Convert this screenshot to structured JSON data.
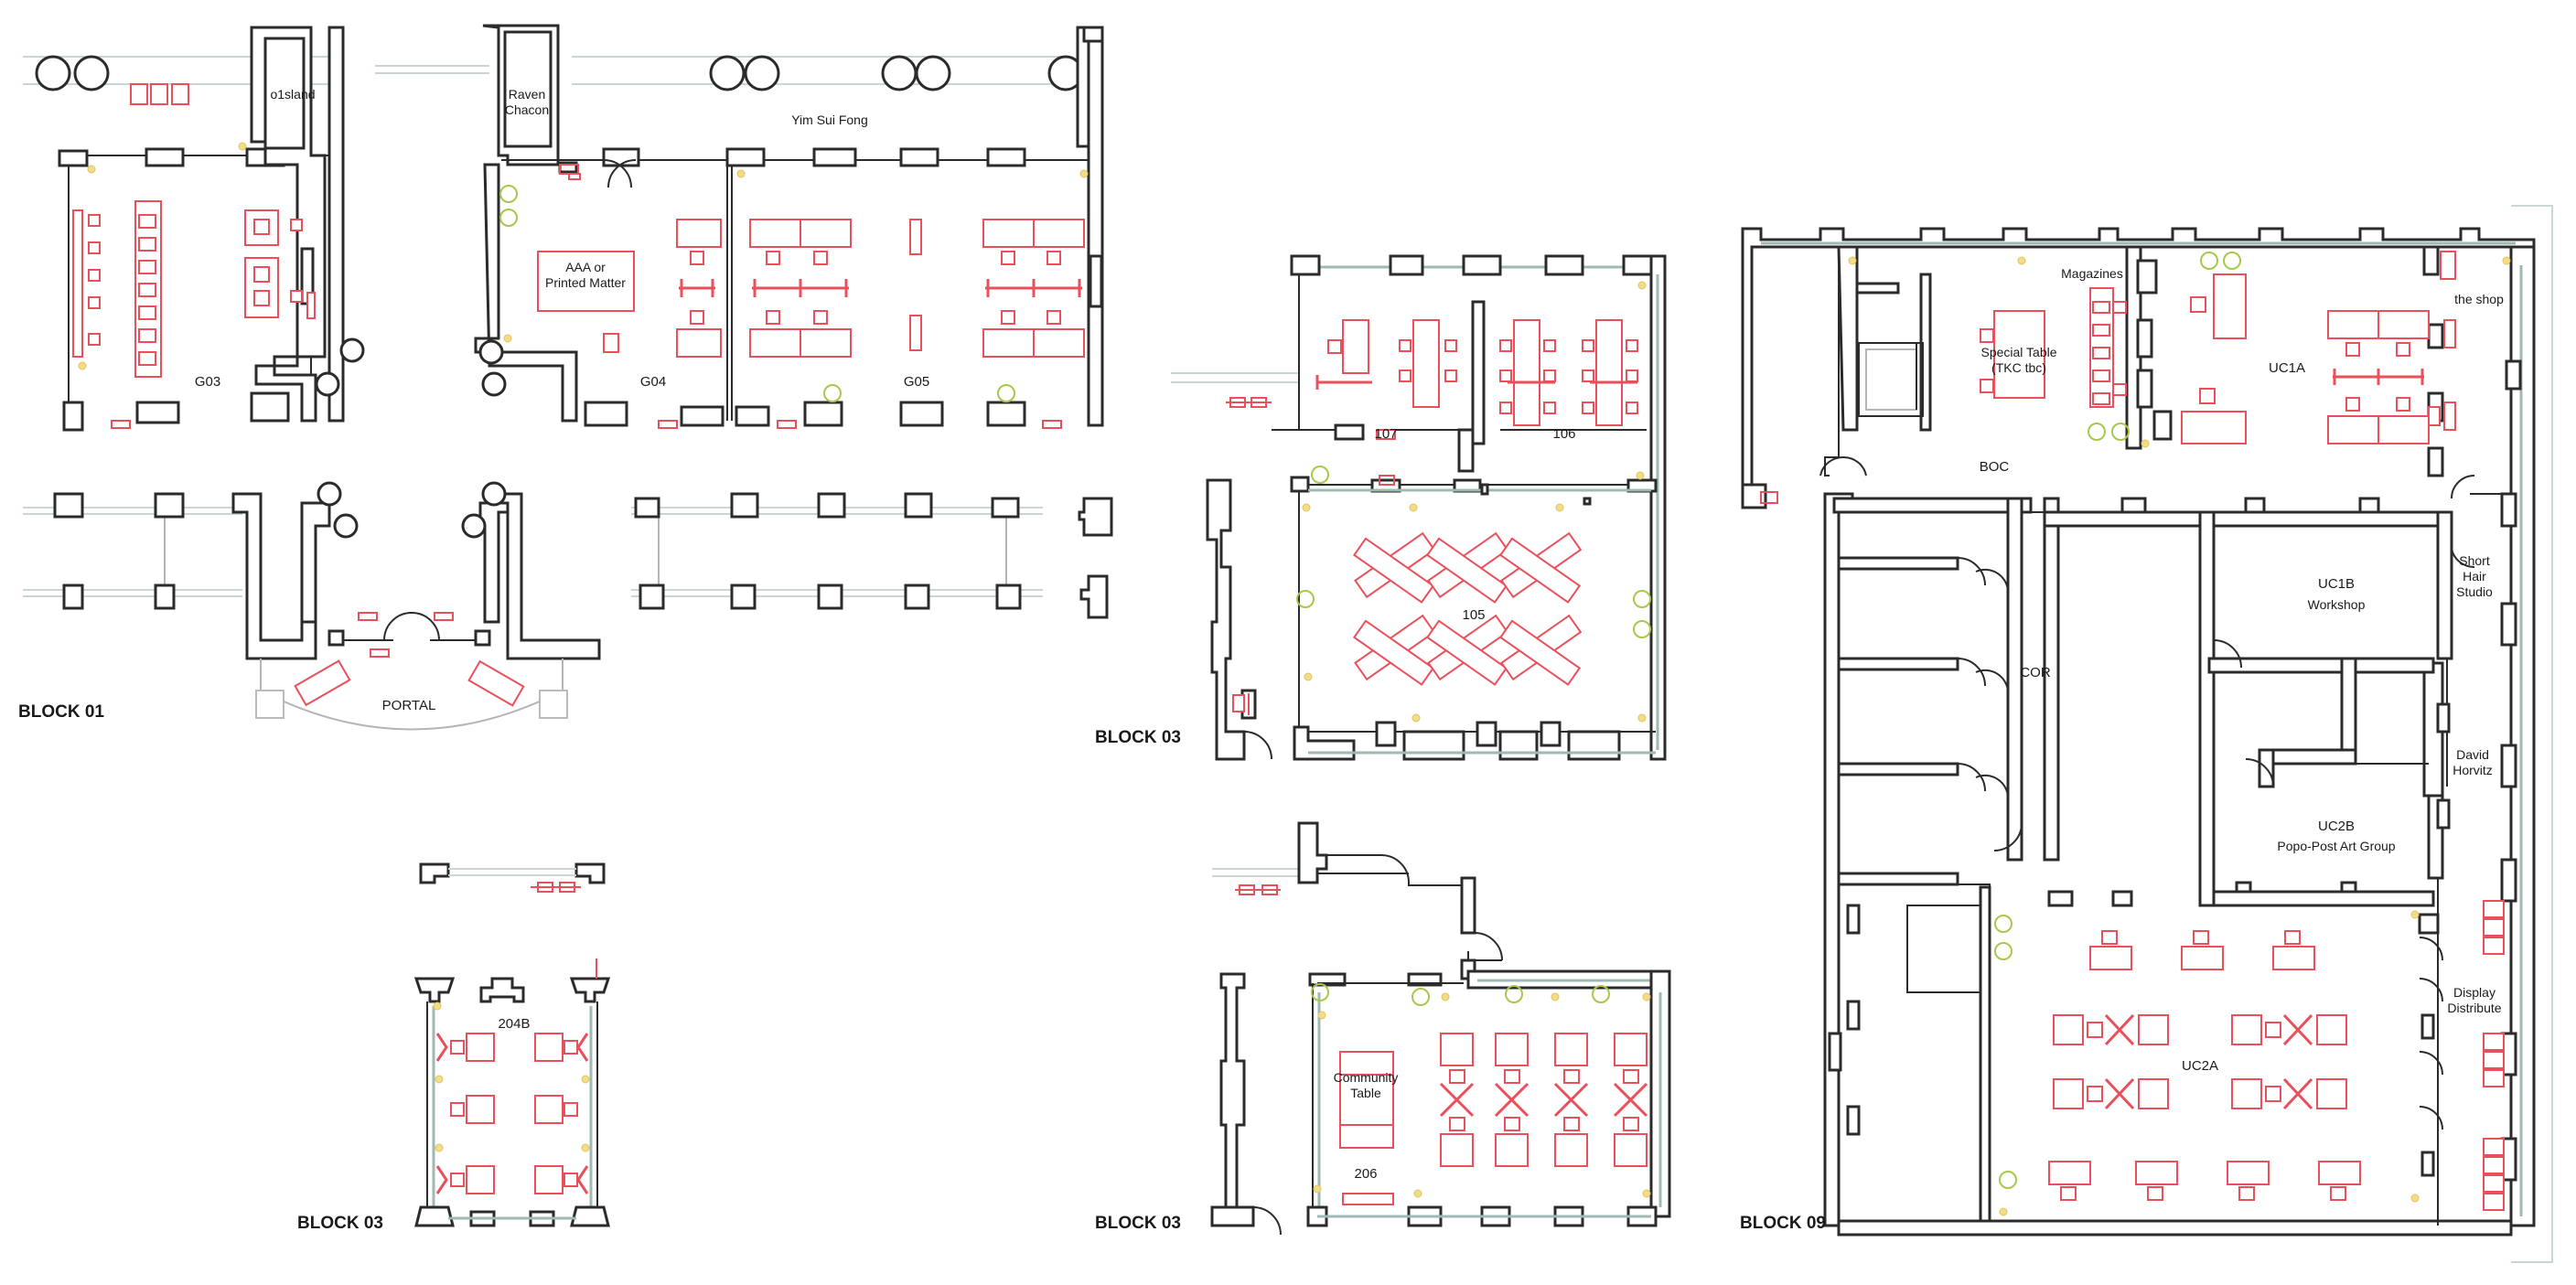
{
  "rooms": {
    "olsland": "o1sland",
    "raven_chacon": [
      "Raven",
      "Chacon"
    ],
    "yim_sui_fong": "Yim Sui Fong",
    "aaa": [
      "AAA or",
      "Printed Matter"
    ],
    "g03": "G03",
    "g04": "G04",
    "g05": "G05",
    "portal": "PORTAL",
    "r107": "107",
    "r106": "106",
    "r105": "105",
    "r204b": "204B",
    "community": [
      "Community",
      "Table"
    ],
    "r206": "206",
    "magazines": "Magazines",
    "special_table": [
      "Special Table",
      "(TKC tbc)"
    ],
    "the_shop": "the shop",
    "uc1a": "UC1A",
    "boc": "BOC",
    "short_hair": [
      "Short",
      "Hair",
      "Studio"
    ],
    "uc1b": "UC1B",
    "workshop": "Workshop",
    "cor": "COR",
    "david_horvitz": [
      "David",
      "Horvitz"
    ],
    "uc2b": "UC2B",
    "popo": "Popo-Post Art Group",
    "display": [
      "Display",
      "Distribute"
    ],
    "uc2a": "UC2A"
  },
  "blocks": {
    "block01": "BLOCK 01",
    "block03a": "BLOCK 03",
    "block03b": "BLOCK 03",
    "block03c": "BLOCK 03",
    "block09": "BLOCK 09"
  },
  "colors": {
    "wall": "#2b2b2b",
    "furniture": "#e8505b",
    "glazing": "#9fb9b5",
    "plant": "#a7c84a",
    "lamp": "#f2dc8a"
  }
}
